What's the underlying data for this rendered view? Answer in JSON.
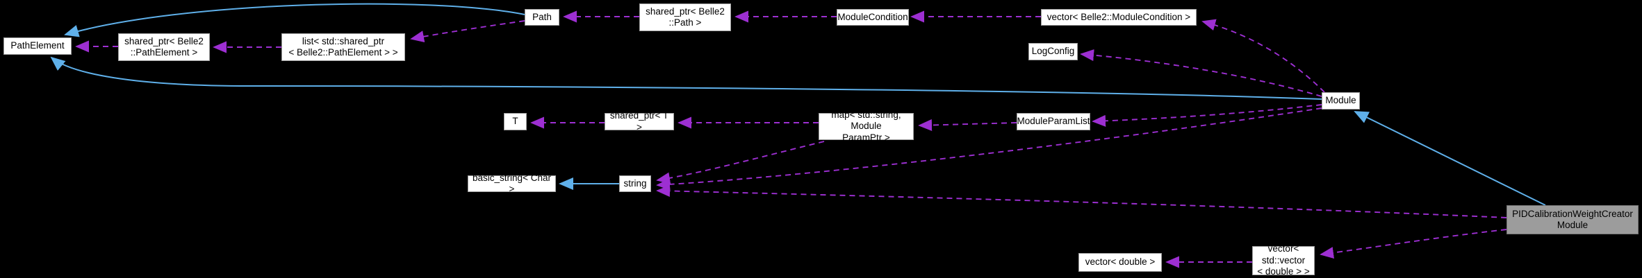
{
  "diagram": {
    "type": "collaboration-graph",
    "background_color": "#000000",
    "node_fill_color": "#ffffff",
    "node_border_color": "#9e9e9e",
    "focus_node_fill_color": "#9c9c9c",
    "usage_edge_color": "#9d2fd2",
    "inheritance_edge_color": "#5fb0ea",
    "nodes": [
      {
        "id": "pathelement",
        "label": "PathElement"
      },
      {
        "id": "shared-ptr-belle2-pathelement",
        "label": "shared_ptr< Belle2\n::PathElement >"
      },
      {
        "id": "list-shared-ptr-pathelement",
        "label": "list< std::shared_ptr\n< Belle2::PathElement > >"
      },
      {
        "id": "path",
        "label": "Path"
      },
      {
        "id": "shared-ptr-belle2-path",
        "label": "shared_ptr< Belle2\n::Path >"
      },
      {
        "id": "modulecondition",
        "label": "ModuleCondition"
      },
      {
        "id": "vector-belle2-modulecondition",
        "label": "vector< Belle2::ModuleCondition >"
      },
      {
        "id": "logconfig",
        "label": "LogConfig"
      },
      {
        "id": "module",
        "label": "Module"
      },
      {
        "id": "t",
        "label": "T"
      },
      {
        "id": "shared-ptr-t",
        "label": "shared_ptr< T >"
      },
      {
        "id": "map-string-moduleparamptr",
        "label": "map< std::string, Module\nParamPtr >"
      },
      {
        "id": "moduleparamlist",
        "label": "ModuleParamList"
      },
      {
        "id": "basic-string-char",
        "label": "basic_string< Char >"
      },
      {
        "id": "string",
        "label": "string"
      },
      {
        "id": "vector-double",
        "label": "vector< double >"
      },
      {
        "id": "vector-std-vector-double",
        "label": "vector< std::vector\n< double > >"
      },
      {
        "id": "pidcalibrationweightcreatormodule",
        "label": "PIDCalibrationWeightCreator\nModule"
      }
    ]
  }
}
